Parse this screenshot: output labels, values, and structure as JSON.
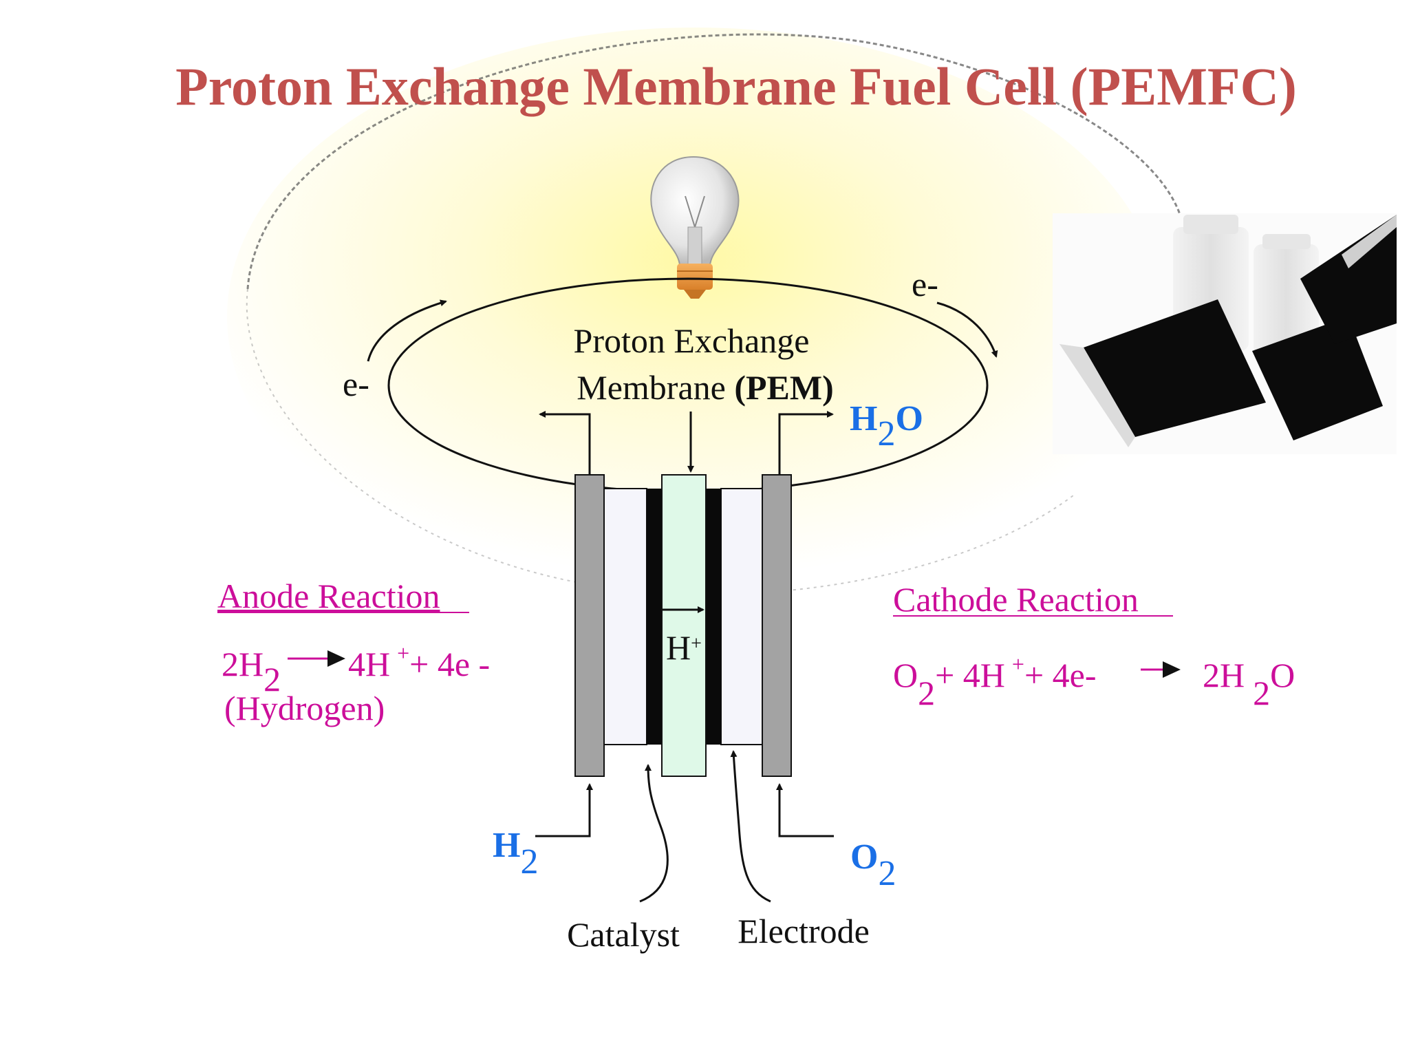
{
  "title": "Proton Exchange Membrane Fuel Cell (PEMFC)",
  "membrane_label": {
    "line1": "Proton Exchange",
    "line2_plain": "Membrane ",
    "line2_bold": "(PEM)"
  },
  "electron_left": "e-",
  "electron_right": "e-",
  "proton": {
    "base": "H",
    "sup": "+"
  },
  "water_out": {
    "base": "H",
    "sub": "2",
    "tail": "O"
  },
  "hydrogen_in": {
    "base": "H",
    "sub": "2"
  },
  "oxygen_in": {
    "base": "O",
    "sub": "2"
  },
  "catalyst_label": "Catalyst",
  "electrode_label": "Electrode",
  "anode": {
    "heading": "Anode Reaction",
    "lhs": "2H",
    "lhs_sub": "2",
    "rhs": "4H",
    "rhs_sup": "+",
    "rhs_tail": "+ 4e -",
    "note": "(Hydrogen)"
  },
  "cathode": {
    "heading": "Cathode Reaction",
    "o": "O",
    "o_sub": "2",
    "mid": "+ 4H",
    "mid_sup": "+",
    "mid_tail": "+ 4e-",
    "product": "2H",
    "product_sub": "2",
    "product_tail": "O"
  },
  "colors": {
    "title": "#c0504d",
    "reaction": "#cc0e9a",
    "gas": "#1a6fe6",
    "text": "#111111",
    "plate": "#a0a0a0",
    "membrane": "#dff9e8",
    "glow": "#fff8a8"
  },
  "icons": {
    "bulb": "light-bulb-icon",
    "photo": "membrane-sample-photo"
  }
}
